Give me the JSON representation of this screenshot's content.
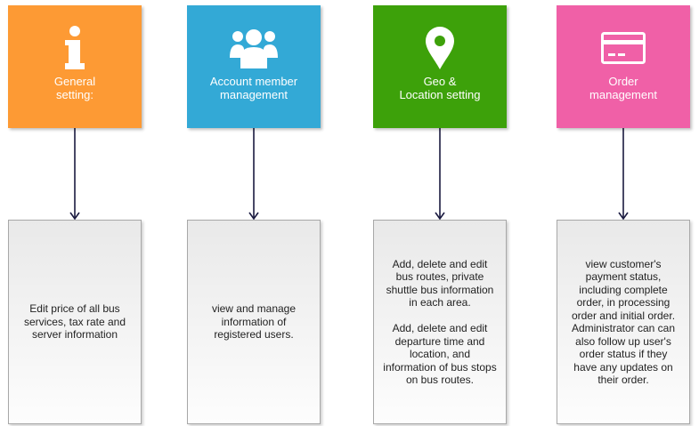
{
  "modules": [
    {
      "id": "general",
      "title": "General\nsetting:",
      "icon": "info-icon",
      "color": "#fd9a34",
      "description": "Edit price of all bus services, tax rate and server information"
    },
    {
      "id": "account",
      "title": "Account member\nmanagement",
      "icon": "users-icon",
      "color": "#33a9d6",
      "description": "view and manage information of registered users."
    },
    {
      "id": "geo",
      "title": "Geo &\nLocation setting",
      "icon": "location-pin-icon",
      "color": "#3da10a",
      "description": "Add, delete and edit bus routes, private shuttle bus information in each area.\n\nAdd, delete and edit departure time and location, and information of bus stops on bus routes."
    },
    {
      "id": "order",
      "title": "Order\nmanagement",
      "icon": "credit-card-icon",
      "color": "#f060a7",
      "description": "view customer's payment status, including complete order, in processing order and initial order. Administrator can can also follow up user's order status if they have any updates on their order."
    }
  ],
  "connector_color": "#1a1a40"
}
